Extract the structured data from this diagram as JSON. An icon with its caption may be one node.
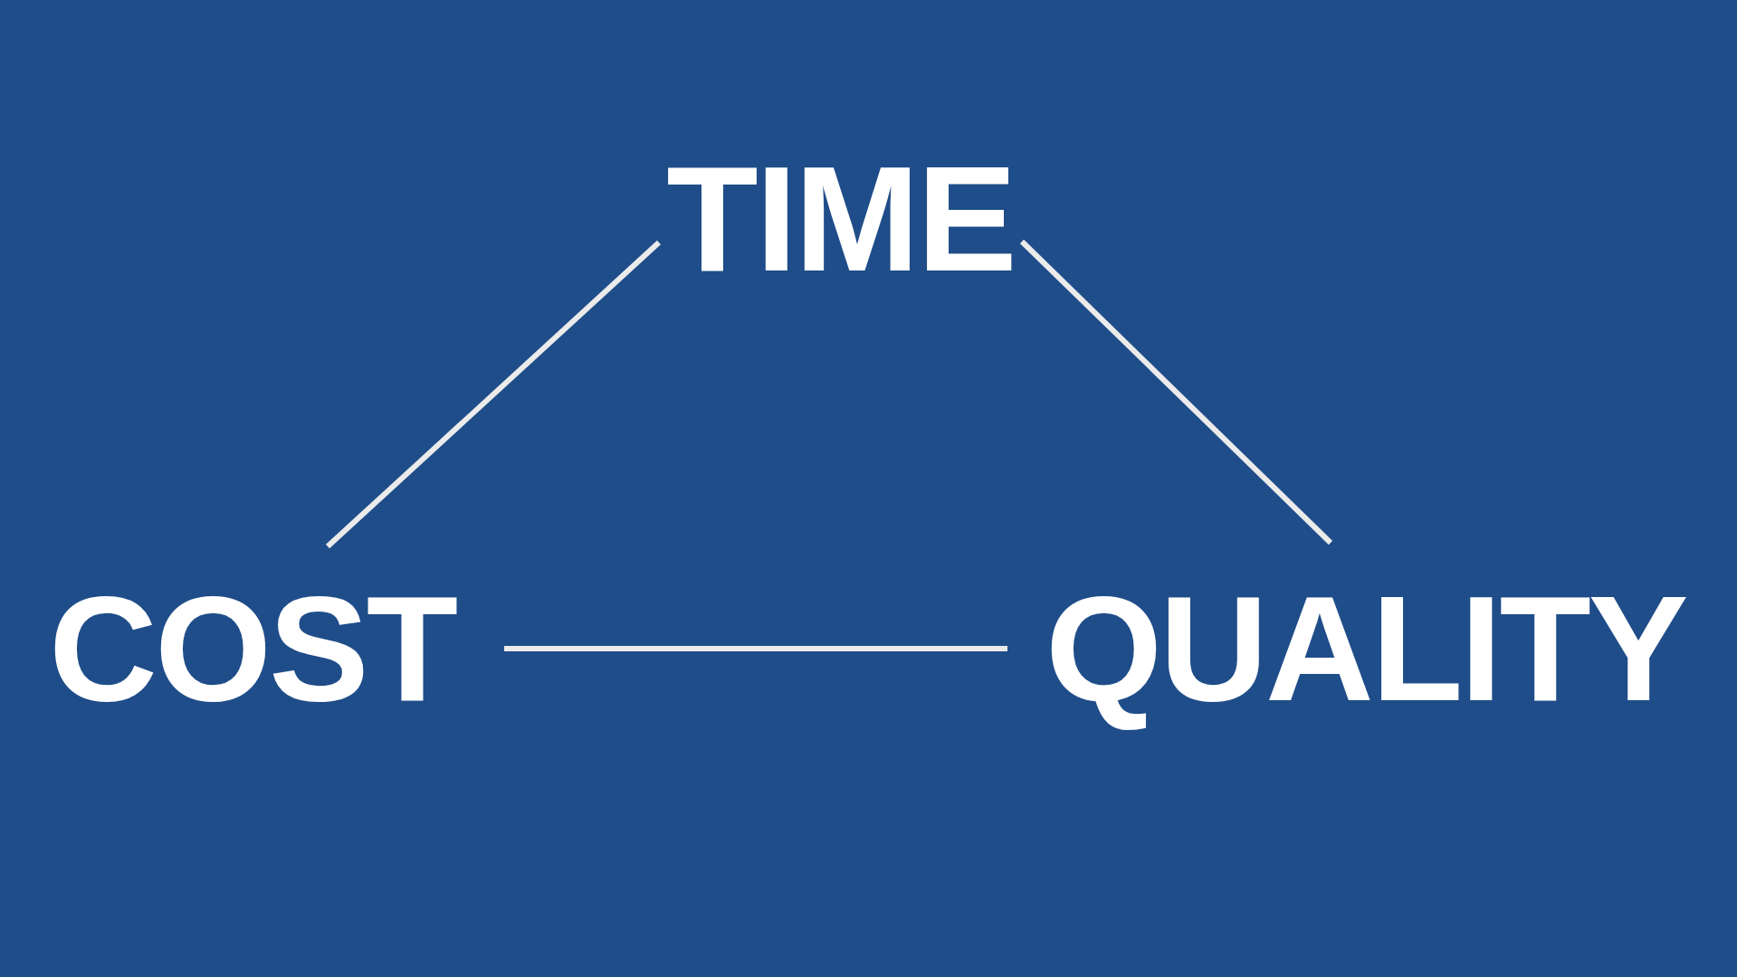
{
  "diagram": {
    "nodes": [
      {
        "text": [
          "TIME"
        ]
      },
      {
        "text": [
          "COST"
        ]
      },
      {
        "text": [
          "QUALITY"
        ]
      }
    ],
    "edges": [
      {
        "from": 0,
        "to": 1,
        "arrow": "none"
      },
      {
        "from": 0,
        "to": 2,
        "arrow": "none"
      },
      {
        "from": 1,
        "to": 2,
        "arrow": "none"
      }
    ]
  }
}
